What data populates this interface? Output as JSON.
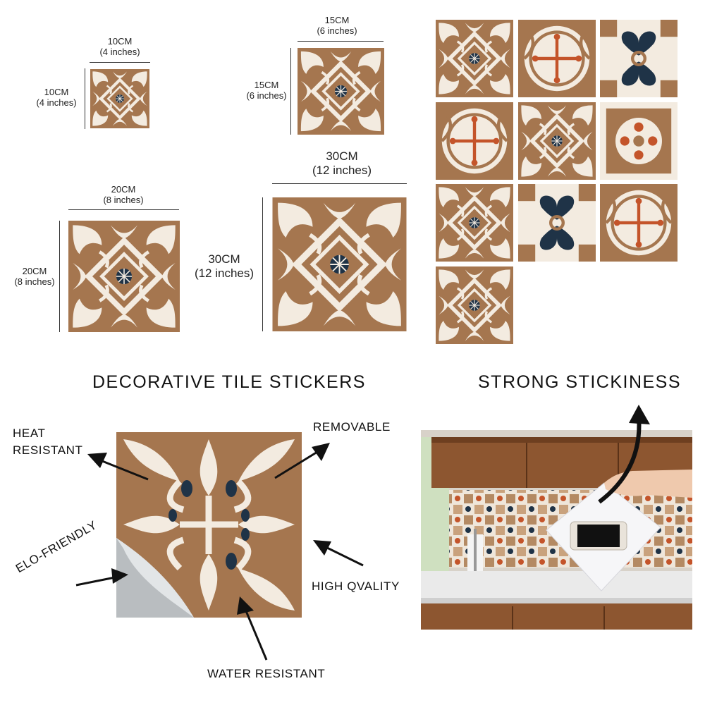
{
  "sizes": [
    {
      "id": "10",
      "width_label": "10CM",
      "width_sub": "(4 inches)",
      "height_label": "10CM",
      "height_sub": "(4 inches)"
    },
    {
      "id": "15",
      "width_label": "15CM",
      "width_sub": "(6 inches)",
      "height_label": "15CM",
      "height_sub": "(6 inches)"
    },
    {
      "id": "20",
      "width_label": "20CM",
      "width_sub": "(8 inches)",
      "height_label": "20CM",
      "height_sub": "(8 inches)"
    },
    {
      "id": "30",
      "width_label": "30CM",
      "width_sub": "(12 inches)",
      "height_label": "30CM",
      "height_sub": "(12 inches)"
    }
  ],
  "headings": {
    "decorative": "DECORATIVE TILE STICKERS",
    "stickiness": "STRONG STICKINESS"
  },
  "features": {
    "heat_line1": "HEAT",
    "heat_line2": "RESISTANT",
    "removable": "REMOVABLE",
    "eco": "ELO-FRIENDLY",
    "quality": "HIGH QVALITY",
    "water": "WATER RESISTANT"
  },
  "colors": {
    "tan": "#a5764f",
    "cream": "#f3ebe0",
    "navy": "#1f3347",
    "rust": "#c4542a",
    "wood": "#8d5630"
  }
}
